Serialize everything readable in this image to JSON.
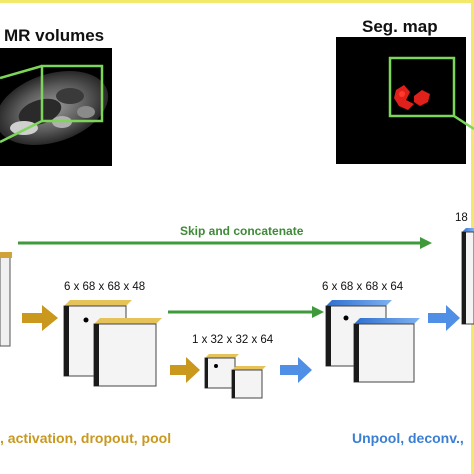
{
  "panels": {
    "mr_title": "MR volumes",
    "seg_title": "Seg. map"
  },
  "skip": {
    "label": "Skip and concatenate"
  },
  "dims": {
    "encoder_top": "6 x 68 x 68 x 48",
    "bottleneck": "1 x 32 x 32 x 64",
    "decoder": "6 x 68 x 68 x 64",
    "output_partial": "18"
  },
  "captions": {
    "encoder": ", activation, dropout, pool",
    "decoder": "Unpool, deconv.,"
  },
  "colors": {
    "encoder_arrow": "#c9981c",
    "decoder_arrow": "#4f8fe6",
    "skip_arrow": "#3e9a3a",
    "zoom_box": "#7dd65a",
    "seg_red": "#e0201a"
  }
}
